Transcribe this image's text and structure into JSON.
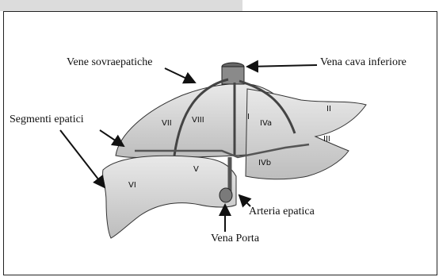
{
  "diagram": {
    "labels": {
      "hepatic_veins": "Vene sovraepatiche",
      "ivc": "Vena cava inferiore",
      "segments": "Segmenti epatici",
      "hepatic_artery": "Arteria epatica",
      "portal_vein": "Vena Porta"
    },
    "segments": [
      "II",
      "III",
      "IVa",
      "IVb",
      "I",
      "V",
      "VI",
      "VII",
      "VIII"
    ]
  }
}
